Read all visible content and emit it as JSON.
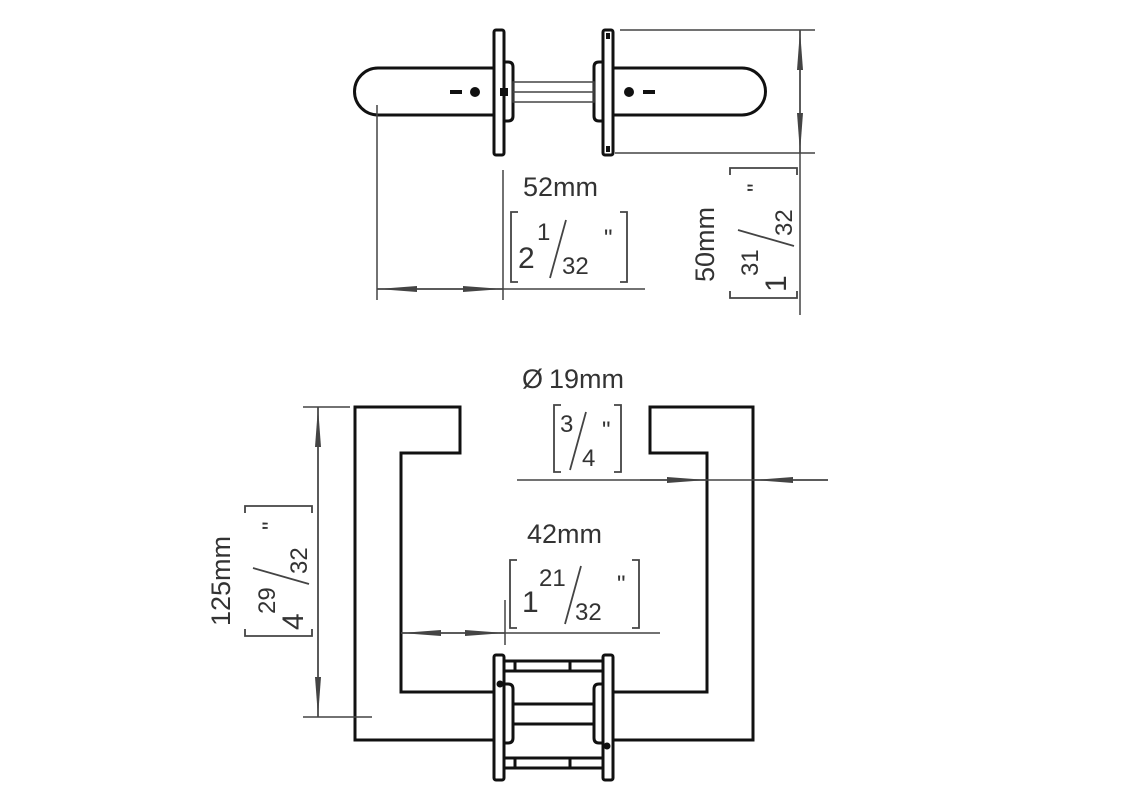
{
  "dimensions": {
    "rose_projection": {
      "mm": "52mm",
      "whole": "2",
      "num": "1",
      "den": "32",
      "inch": "\""
    },
    "lever_height": {
      "mm": "50mm",
      "whole": "1",
      "num": "31",
      "den": "32",
      "inch": "\""
    },
    "diameter": {
      "symbol": "Ø",
      "mm": "19mm",
      "whole": "",
      "num": "3",
      "den": "4",
      "inch": "\""
    },
    "inner_projection": {
      "mm": "42mm",
      "whole": "1",
      "num": "21",
      "den": "32",
      "inch": "\""
    },
    "pull_length": {
      "mm": "125mm",
      "whole": "4",
      "num": "29",
      "den": "32",
      "inch": "\""
    }
  },
  "colors": {
    "line": "#111111",
    "dimension": "#444444"
  }
}
